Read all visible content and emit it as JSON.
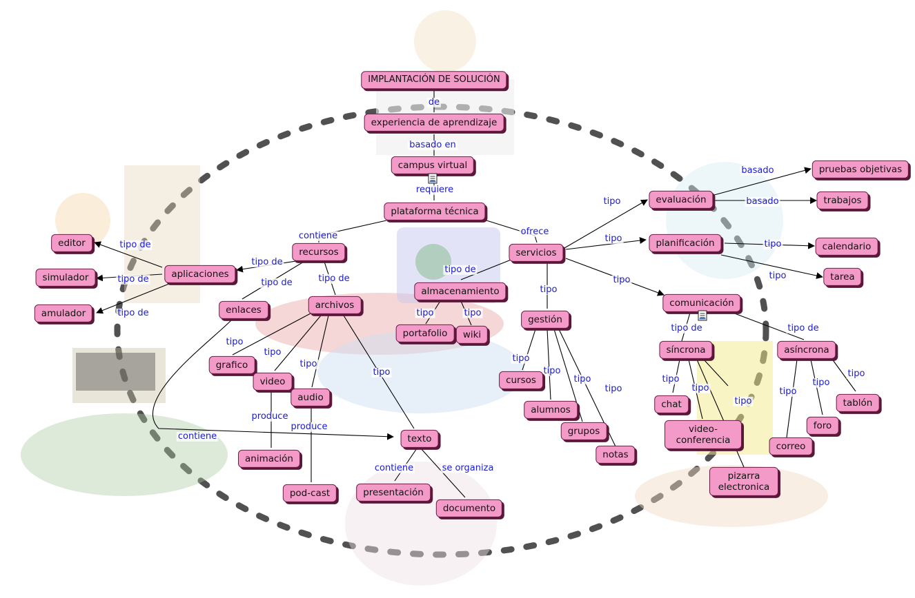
{
  "concept_map": {
    "nodes": {
      "implantacion": "IMPLANTACIÓN DE SOLUCIÓN",
      "experiencia": "experiencia de aprendizaje",
      "campus": "campus virtual",
      "plataforma": "plataforma técnica",
      "recursos": "recursos",
      "servicios": "servicios",
      "aplicaciones": "aplicaciones",
      "editor": "editor",
      "simulador": "simulador",
      "amulador": "amulador",
      "enlaces": "enlaces",
      "archivos": "archivos",
      "almacenamiento": "almacenamiento",
      "portafolio": "portafolio",
      "wiki": "wiki",
      "gestion": "gestión",
      "cursos": "cursos",
      "alumnos": "alumnos",
      "grupos": "grupos",
      "notas": "notas",
      "evaluacion": "evaluación",
      "pruebas": "pruebas objetivas",
      "trabajos": "trabajos",
      "planificacion": "planificación",
      "calendario": "calendario",
      "tarea": "tarea",
      "comunicacion": "comunicación",
      "sincrona": "síncrona",
      "asincrona": "asíncrona",
      "chat": "chat",
      "videoconferencia": "video-\nconferencia",
      "pizarra": "pizarra\nelectronica",
      "correo": "correo",
      "foro": "foro",
      "tablon": "tablón",
      "grafico": "grafico",
      "video": "video",
      "audio": "audio",
      "texto": "texto",
      "animacion": "animación",
      "podcast": "pod-cast",
      "presentacion": "presentación",
      "documento": "documento"
    },
    "links": {
      "de": "de",
      "basado_en": "basado en",
      "requiere": "requiere",
      "contiene_recursos": "contiene",
      "ofrece": "ofrece",
      "tipo_de_aplicaciones": "tipo de",
      "tipo_de_editor": "tipo de",
      "tipo_de_simulador": "tipo de",
      "tipo_de_amulador": "tipo de",
      "tipo_de_enlaces": "tipo de",
      "tipo_de_archivos": "tipo de",
      "tipo_de_almacenamiento": "tipo de",
      "tipo_portafolio": "tipo",
      "tipo_wiki": "tipo",
      "tipo_gestion": "tipo",
      "tipo_cursos": "tipo",
      "tipo_alumnos": "tipo",
      "tipo_grupos": "tipo",
      "tipo_notas": "tipo",
      "tipo_evaluacion": "tipo",
      "tipo_planificacion": "tipo",
      "tipo_comunicacion": "tipo",
      "basado_pruebas": "basado",
      "basado_trabajos": "basado",
      "tipo_calendario": "tipo",
      "tipo_tarea": "tipo",
      "tipo_de_sincrona": "tipo de",
      "tipo_de_asincrona": "tipo de",
      "tipo_chat": "tipo",
      "tipo_videoconf": "tipo",
      "tipo_pizarra": "tipo",
      "tipo_correo": "tipo",
      "tipo_foro": "tipo",
      "tipo_tablon": "tipo",
      "tipo_grafico": "tipo",
      "tipo_video": "tipo",
      "tipo_audio": "tipo",
      "tipo_texto": "tipo",
      "produce_animacion": "produce",
      "produce_podcast": "produce",
      "contiene_texto": "contiene",
      "contiene_presentacion": "contiene",
      "se_organiza": "se organiza"
    },
    "icons": {
      "campus_doc": "document-icon",
      "comunicacion_doc": "document-icon"
    },
    "colors": {
      "node_fill": "#f49ac9",
      "node_border": "#6b1a43",
      "link_text": "#1b1bd6",
      "line": "#000000"
    }
  }
}
